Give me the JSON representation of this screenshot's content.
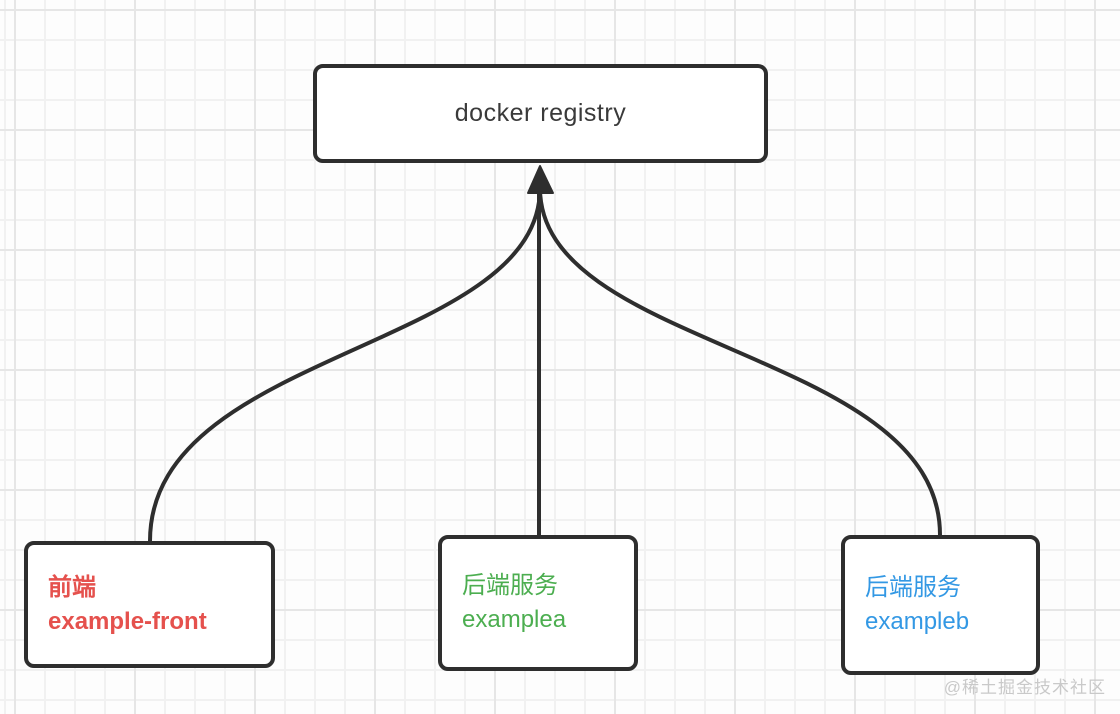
{
  "diagram": {
    "registry": {
      "label": "docker registry"
    },
    "nodes": [
      {
        "id": "front",
        "line1": "前端",
        "line2": "example-front"
      },
      {
        "id": "backend_a",
        "line1": "后端服务",
        "line2": "examplea"
      },
      {
        "id": "backend_b",
        "line1": "后端服务",
        "line2": "exampleb"
      }
    ]
  },
  "watermark": "@稀土掘金技术社区",
  "colors": {
    "edge": "#2e2e2e",
    "node_border": "#2e2e2e",
    "registry_text": "#3a3a3a",
    "front_text": "#e5514d",
    "backend_a_text": "#4cae50",
    "backend_b_text": "#3398e4",
    "watermark": "#c9c9c9",
    "grid_minor": "#f1f1f1",
    "grid_major": "#e6e6e6"
  }
}
